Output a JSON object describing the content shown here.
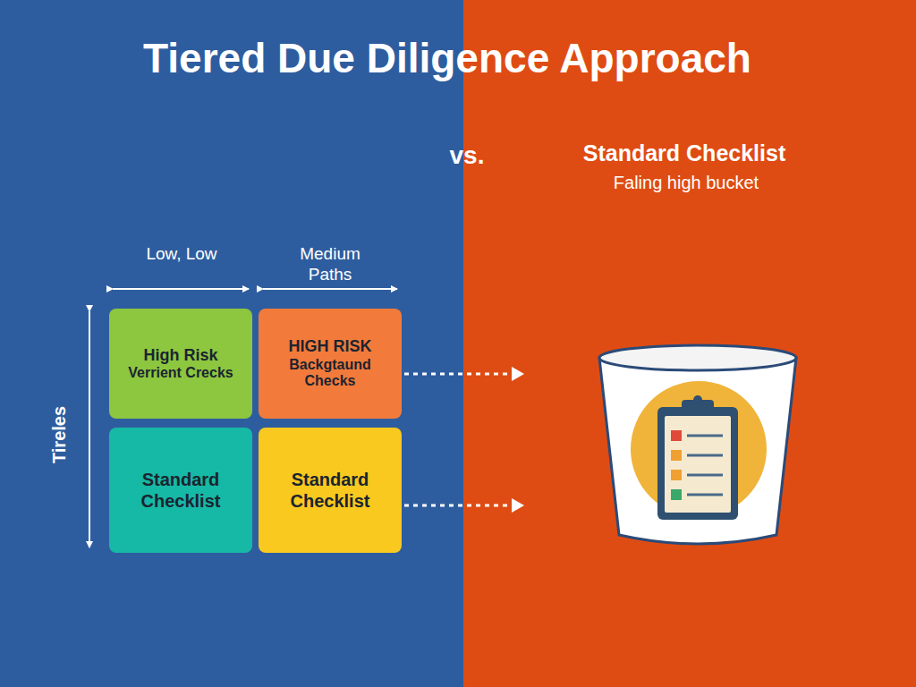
{
  "diagram": {
    "title": "Tiered Due Diligence Approach",
    "nodes": [
      {
        "text": [
          "High Risk",
          "Verrient Crecks"
        ]
      },
      {
        "text": [
          "HIGH RISK",
          "Backgtaund Checks"
        ]
      },
      {
        "text": [
          "Standard Checklist"
        ]
      },
      {
        "text": [
          "Standard Checklist"
        ]
      }
    ],
    "labels": [
      "vs.",
      "Standard Checklist",
      "Faling high bucket",
      "Low, Low",
      "Medium Paths",
      "Tireles"
    ]
  }
}
